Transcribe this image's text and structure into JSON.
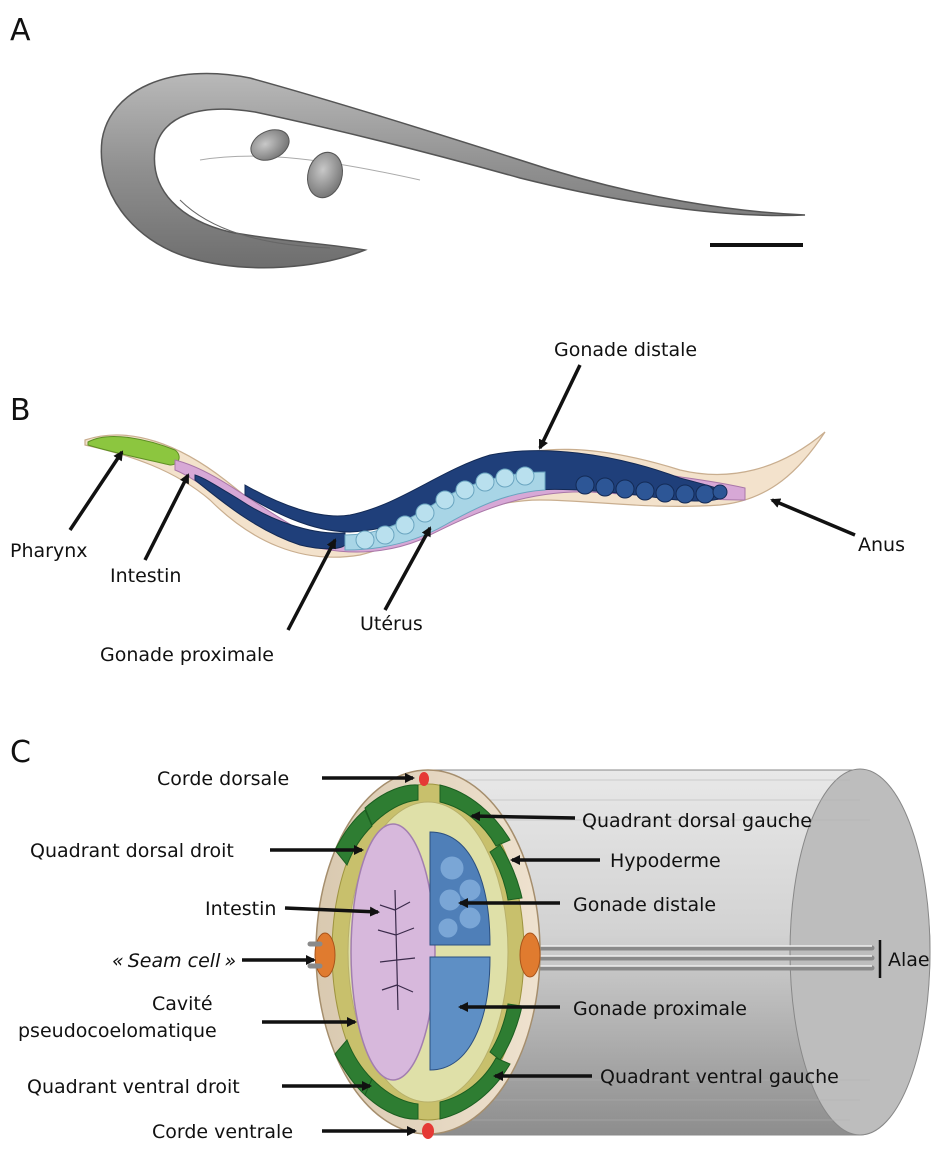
{
  "panels": {
    "a": "A",
    "b": "B",
    "c": "C"
  },
  "panel_b": {
    "gonade_distale": "Gonade distale",
    "pharynx": "Pharynx",
    "intestin": "Intestin",
    "gonade_proximale": "Gonade proximale",
    "uterus": "Utérus",
    "anus": "Anus"
  },
  "panel_c": {
    "corde_dorsale": "Corde dorsale",
    "quadrant_dorsal_gauche": "Quadrant dorsal gauche",
    "quadrant_dorsal_droit": "Quadrant dorsal droit",
    "hypoderme": "Hypoderme",
    "intestin": "Intestin",
    "gonade_distale": "Gonade distale",
    "seam_open": "«",
    "seam_cell": "Seam cell",
    "seam_close": "»",
    "alae": "Alae",
    "cavite_1": "Cavité",
    "cavite_2": "pseudocoelomatique",
    "gonade_proximale": "Gonade proximale",
    "quadrant_ventral_droit": "Quadrant ventral droit",
    "quadrant_ventral_gauche": "Quadrant ventral gauche",
    "corde_ventrale": "Corde ventrale"
  },
  "colors": {
    "arrow": "#111111",
    "pharynx": "#8cc63f",
    "intestine": "#d7a8d6",
    "gonad_dark": "#1f3f7a",
    "uterus": "#a8d5e6",
    "muscle": "#2e7d32",
    "seam_cell": "#e07b2f",
    "cord": "#e53935",
    "cylinder": "#c9c9c9"
  }
}
